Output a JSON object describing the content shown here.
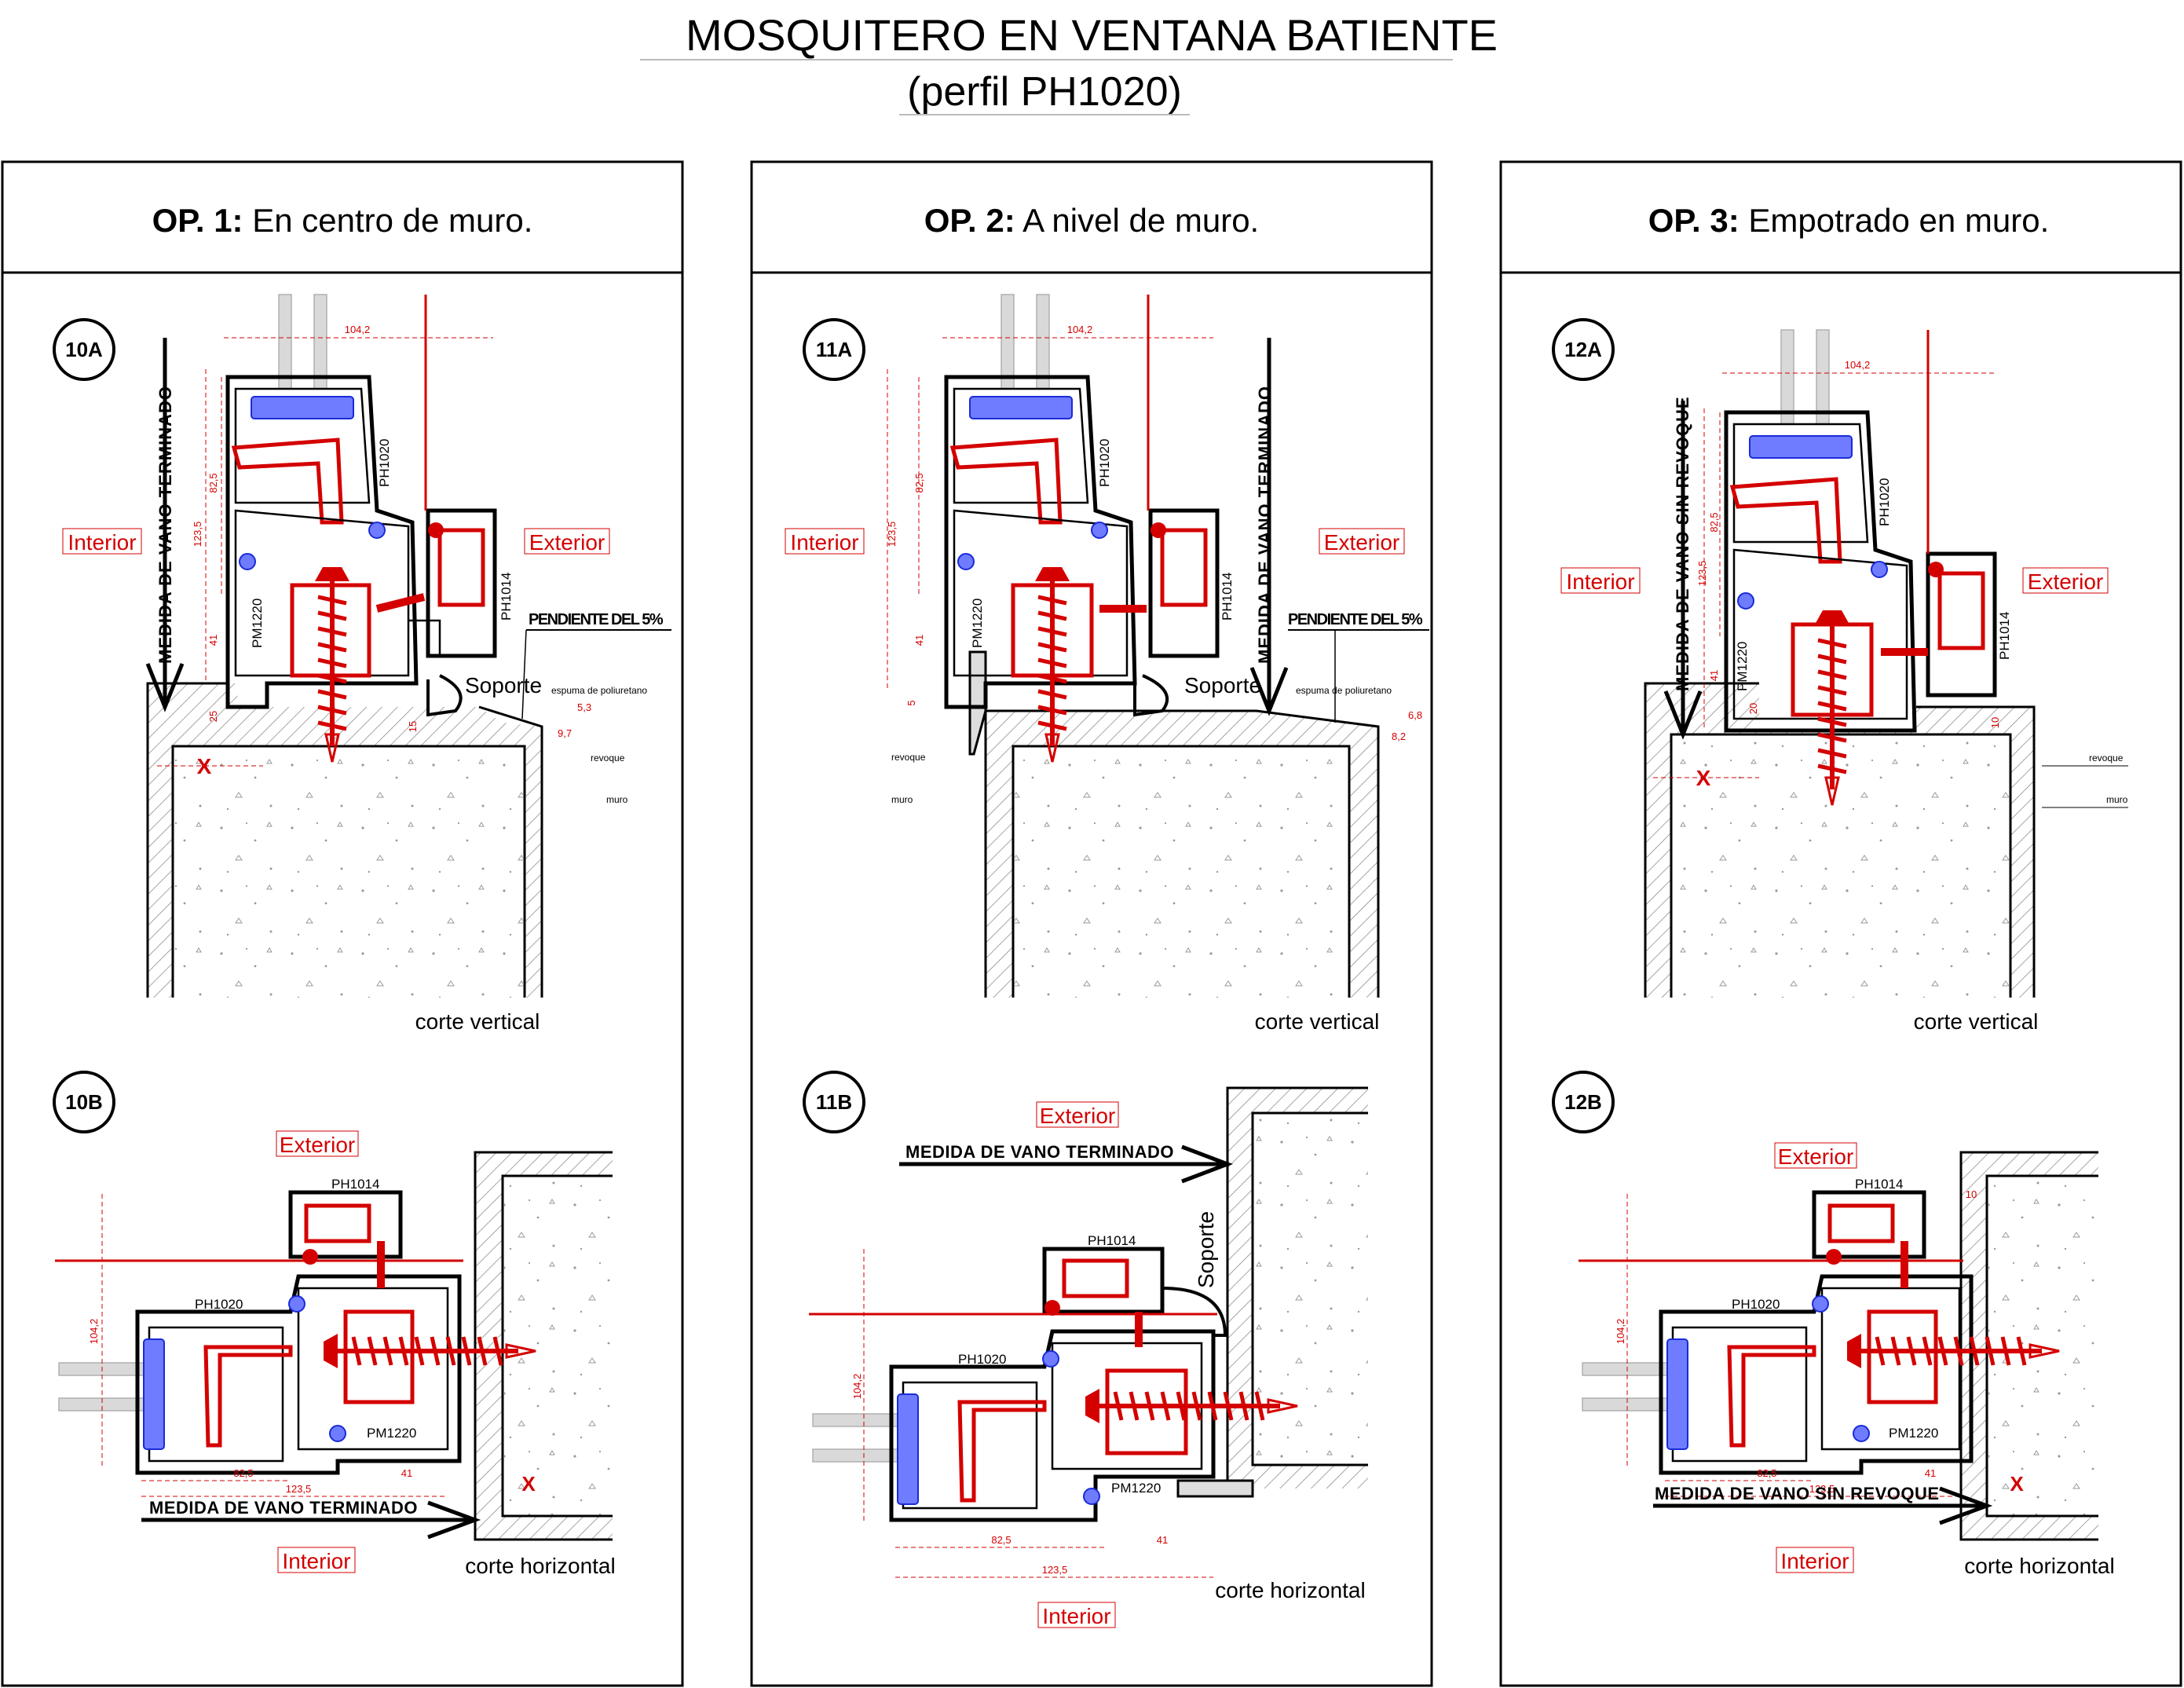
{
  "title": "MOSQUITERO EN VENTANA BATIENTE",
  "subtitle": "(perfil PH1020)",
  "panels": [
    {
      "op_label": "OP. 1:",
      "op_text": " En centro de muro.",
      "badge_a": "10A",
      "badge_b": "10B",
      "measure_v": "MEDIDA DE VANO TERMINADO",
      "measure_h": "MEDIDA DE VANO TERMINADO",
      "cut_v": "corte vertical",
      "cut_h": "corte horizontal"
    },
    {
      "op_label": "OP. 2:",
      "op_text": " A nivel de muro.",
      "badge_a": "11A",
      "badge_b": "11B",
      "measure_v": "MEDIDA DE VANO TERMINADO",
      "measure_h": "MEDIDA DE VANO TERMINADO",
      "cut_v": "corte vertical",
      "cut_h": "corte horizontal"
    },
    {
      "op_label": "OP. 3:",
      "op_text": " Empotrado en muro.",
      "badge_a": "12A",
      "badge_b": "12B",
      "measure_v": "MEDIDA DE VANO SIN REVOQUE",
      "measure_h": "MEDIDA DE VANO SIN REVOQUE",
      "cut_v": "corte vertical",
      "cut_h": "corte horizontal"
    }
  ],
  "labels": {
    "interior": "Interior",
    "exterior": "Exterior",
    "ph1020": "PH1020",
    "ph1014": "PH1014",
    "pm1220": "PM1220",
    "soporte": "Soporte",
    "pendiente": "PENDIENTE DEL 5%",
    "espuma": "espuma de poliuretano",
    "revoque": "revoque",
    "muro": "muro",
    "x": "X"
  },
  "dims": {
    "d104_2": "104,2",
    "d123_5": "123,5",
    "d82_5": "82,5",
    "d41": "41",
    "d25": "25",
    "d15": "15",
    "d5_3": "5,3",
    "d9_7": "9,7",
    "d6_8": "6,8",
    "d8_2": "8,2",
    "d5": "5",
    "d20": "20",
    "d10": "10"
  }
}
